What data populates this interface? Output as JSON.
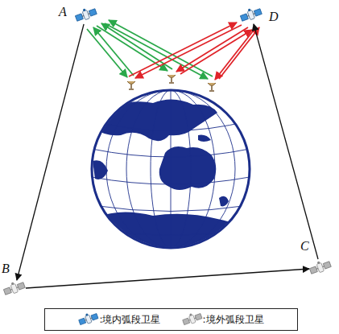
{
  "diagram": {
    "nodes": [
      {
        "text": [
          "A"
        ]
      },
      {
        "text": [
          "D"
        ]
      },
      {
        "text": [
          "B"
        ]
      },
      {
        "text": [
          "C"
        ]
      }
    ],
    "edges": [
      {
        "from": 0,
        "to": 2,
        "arrow": "to"
      },
      {
        "from": 2,
        "to": 3,
        "arrow": "to"
      },
      {
        "from": 3,
        "to": 1,
        "arrow": "to"
      }
    ],
    "legend": [
      {
        "text": ":境内弧段卫星"
      },
      {
        "text": ":境外弧段卫星"
      }
    ]
  }
}
